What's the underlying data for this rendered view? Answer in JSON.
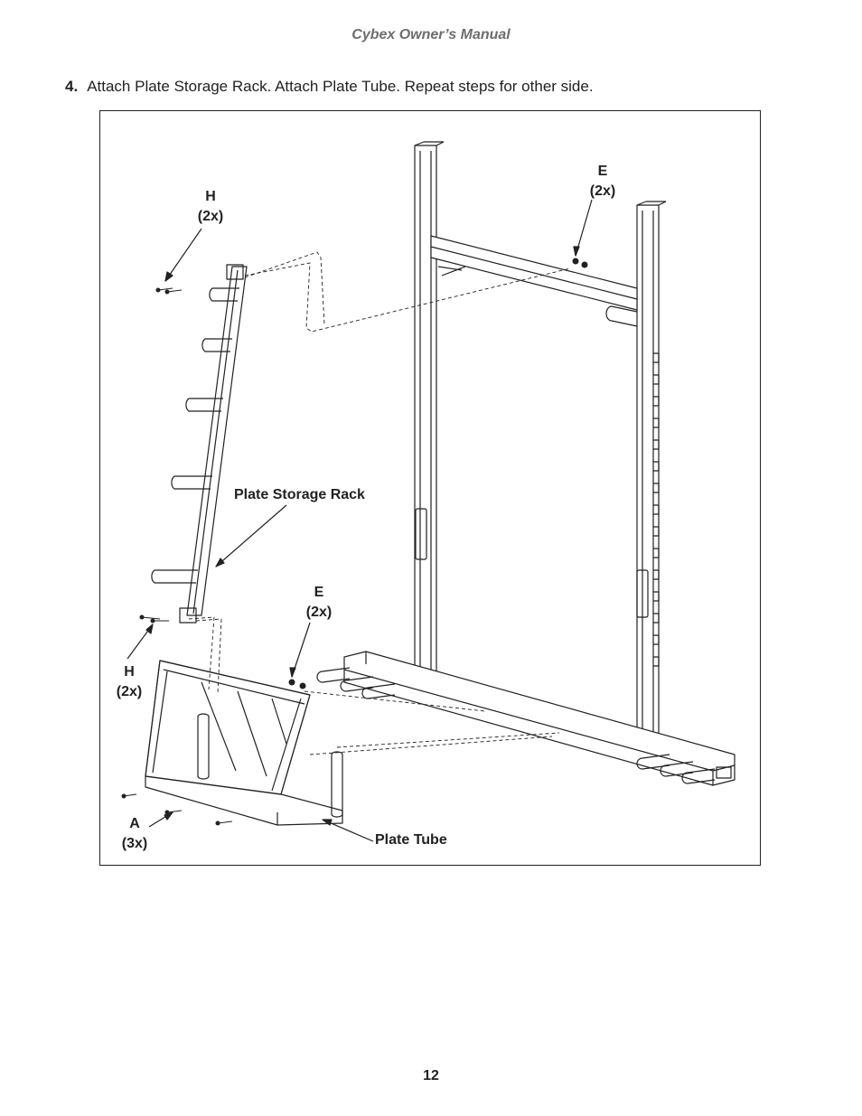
{
  "header": {
    "title": "Cybex Owner’s Manual"
  },
  "step": {
    "number": "4.",
    "text": "Attach Plate Storage Rack. Attach Plate Tube. Repeat steps for other side."
  },
  "callouts": {
    "h_top": {
      "letter": "H",
      "qty": "(2x)"
    },
    "e_top": {
      "letter": "E",
      "qty": "(2x)"
    },
    "plate_storage_rack": "Plate Storage Rack",
    "e_mid": {
      "letter": "E",
      "qty": "(2x)"
    },
    "h_bottom": {
      "letter": "H",
      "qty": "(2x)"
    },
    "a_bottom": {
      "letter": "A",
      "qty": "(3x)"
    },
    "plate_tube": "Plate Tube"
  },
  "footer": {
    "page_number": "12"
  }
}
